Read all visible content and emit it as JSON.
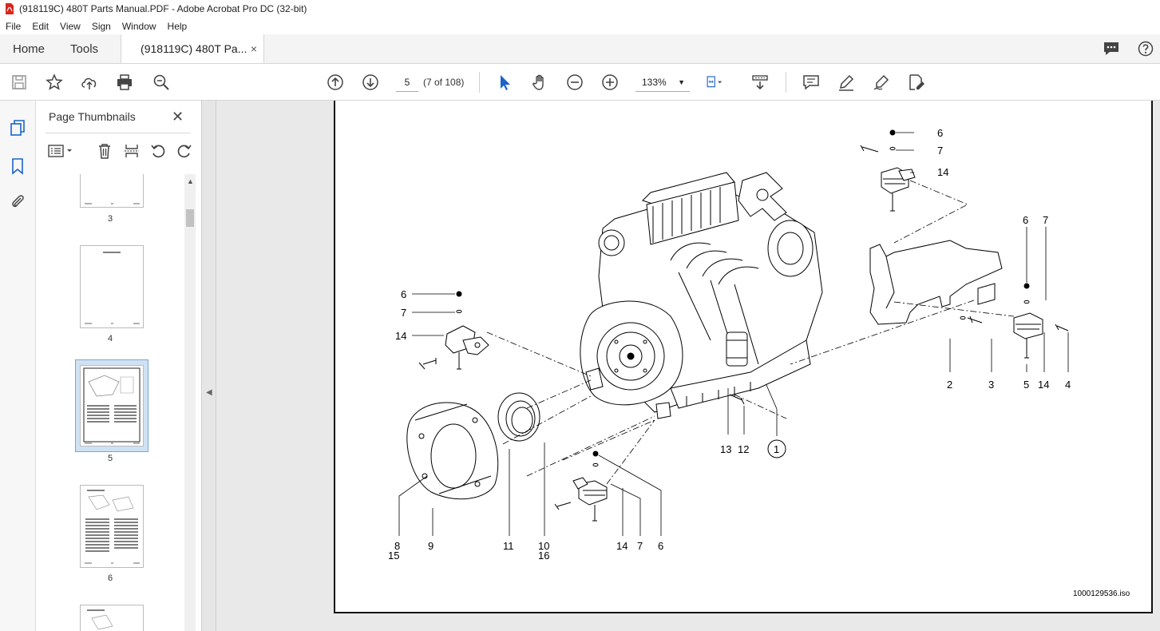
{
  "window": {
    "title": "(918119C) 480T Parts Manual.PDF - Adobe Acrobat Pro DC (32-bit)"
  },
  "menu": [
    "File",
    "Edit",
    "View",
    "Sign",
    "Window",
    "Help"
  ],
  "tabs": {
    "home": "Home",
    "tools": "Tools",
    "document": "(918119C) 480T Pa...",
    "close": "×"
  },
  "toolbar": {
    "page_number": "5",
    "page_of": "(7 of 108)",
    "zoom": "133%"
  },
  "thumbnails": {
    "title": "Page Thumbnails",
    "close": "✕",
    "pages": [
      {
        "label": "3"
      },
      {
        "label": "4"
      },
      {
        "label": "5",
        "selected": true
      },
      {
        "label": "6"
      }
    ]
  },
  "drawing": {
    "labels": {
      "a6": "6",
      "a7": "7",
      "a14": "14",
      "b6": "6",
      "b7": "7",
      "c6": "6",
      "c7": "7",
      "c14": "14",
      "n2": "2",
      "n3": "3",
      "n5": "5",
      "n14r": "14",
      "n4": "4",
      "n13": "13",
      "n12": "12",
      "n1": "1",
      "n8": "8",
      "n15": "15",
      "n9": "9",
      "n11": "11",
      "n10": "10",
      "n16": "16",
      "d14": "14",
      "d7": "7",
      "d6": "6"
    },
    "iso_code": "1000129536.iso"
  }
}
